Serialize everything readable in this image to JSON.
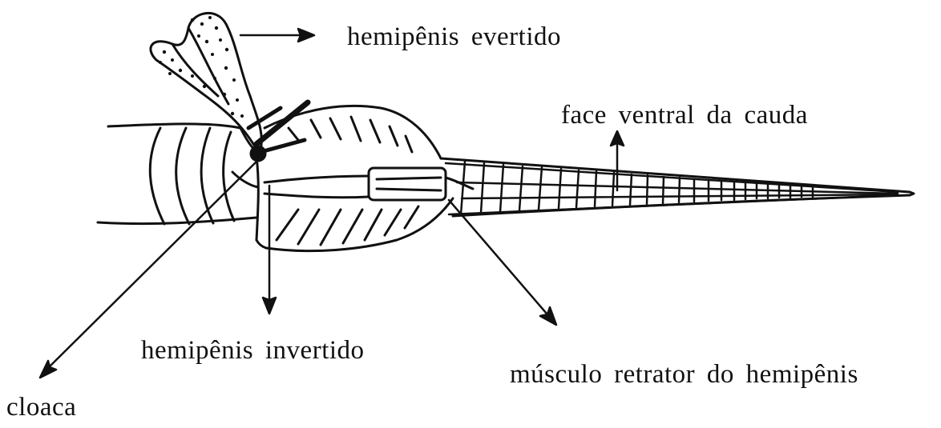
{
  "labels": {
    "hemipenis_evertido": "hemipênis evertido",
    "face_ventral": "face ventral da cauda",
    "hemipenis_invertido": "hemipênis invertido",
    "musculo_retrator": "músculo retrator do hemipênis",
    "cloaca": "cloaca"
  },
  "colors": {
    "ink": "#111111",
    "background": "#ffffff"
  }
}
